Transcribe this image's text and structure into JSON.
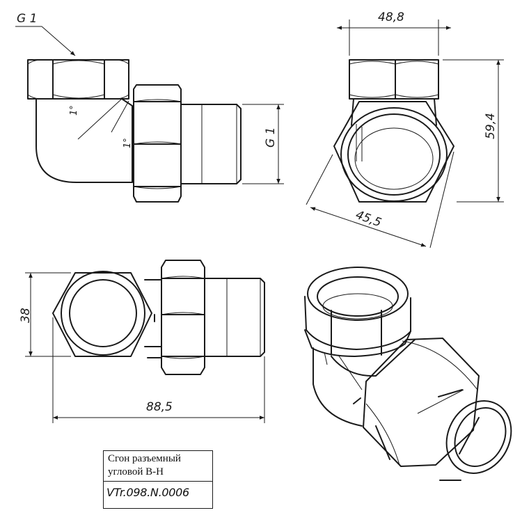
{
  "drawing": {
    "dims": {
      "thread_top": "G 1",
      "thread_side": "G 1",
      "width_hex": "48,8",
      "height_side": "59,4",
      "across_flats": "45,5",
      "height_front": "38",
      "length_total": "88,5"
    },
    "angle_marks": [
      "1°",
      "1°"
    ],
    "title_block": {
      "name_line1": "Сгон разъемный",
      "name_line2": "угловой В-Н",
      "code": "VTr.098.N.0006"
    }
  }
}
